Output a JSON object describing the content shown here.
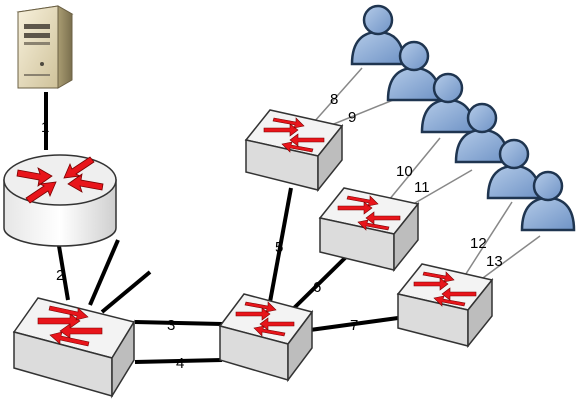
{
  "diagram": {
    "devices": {
      "server": {
        "icon": "server-icon"
      },
      "router": {
        "icon": "router-icon"
      },
      "switch_main": {
        "icon": "switch-icon"
      },
      "switch_center": {
        "icon": "switch-icon"
      },
      "switch_top": {
        "icon": "switch-icon"
      },
      "switch_mid": {
        "icon": "switch-icon"
      },
      "switch_right": {
        "icon": "switch-icon"
      },
      "users": {
        "icon": "user-icon",
        "count": 6
      }
    },
    "links": {
      "l1": "1",
      "l2": "2",
      "l3": "3",
      "l4": "4",
      "l5": "5",
      "l6": "6",
      "l7": "7",
      "l8": "8",
      "l9": "9",
      "l10": "10",
      "l11": "11",
      "l12": "12",
      "l13": "13"
    },
    "colors": {
      "arrow": "#e8151b",
      "switch_face": "#f3f3f3",
      "user_body": "#8fb0da",
      "user_outline": "#1f3550",
      "link": "#000000",
      "thin_link": "#888888"
    }
  }
}
